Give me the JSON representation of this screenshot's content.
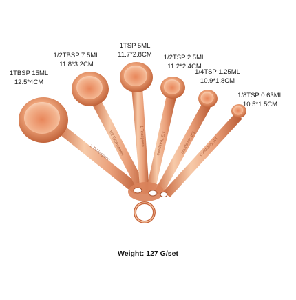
{
  "product": {
    "colors": {
      "copper_light": "#f6c9a8",
      "copper_mid": "#e08a5e",
      "copper_dark": "#a84e2c",
      "background": "#ffffff"
    },
    "spoons": [
      {
        "name": "1TBSP 15ML",
        "size": "12.5*4CM"
      },
      {
        "name": "1/2TBSP 7.5ML",
        "size": "11.8*3.2CM"
      },
      {
        "name": "1TSP 5ML",
        "size": "11.7*2.8CM"
      },
      {
        "name": "1/2TSP 2.5ML",
        "size": "11.2*2.4CM"
      },
      {
        "name": "1/4TSP 1.25ML",
        "size": "10.9*1.8CM"
      },
      {
        "name": "1/8TSP 0.63ML",
        "size": "10.5*1.5CM"
      }
    ],
    "engravings": [
      "1 Tablespoon",
      "1/2 Tablespoon",
      "1 Teaspoon",
      "1/2 Teaspoon",
      "1/4 Teaspoon",
      "1/8 Teaspoon"
    ],
    "weight": "Weight: 127 G/set"
  }
}
